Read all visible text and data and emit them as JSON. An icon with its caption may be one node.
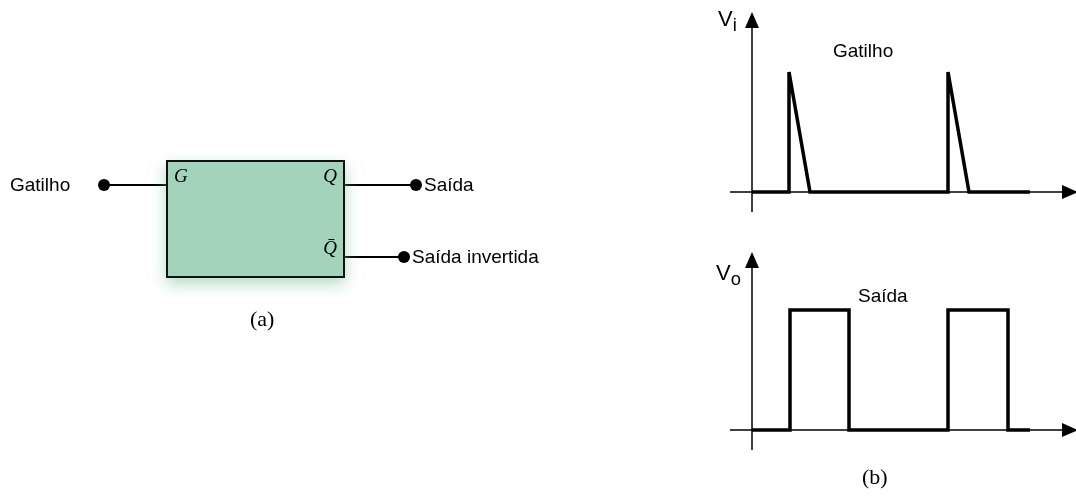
{
  "diagram": {
    "nodes": [
      {
        "text": [
          "Gatilho"
        ]
      },
      {
        "text": [
          "G",
          "Q",
          "Q̄"
        ]
      },
      {
        "text": [
          "Saída"
        ]
      },
      {
        "text": [
          "Saída invertida"
        ]
      }
    ],
    "edges": [
      {
        "from": 0,
        "to": 1,
        "arrow": "other"
      },
      {
        "from": 1,
        "to": 2,
        "arrow": "other"
      },
      {
        "from": 1,
        "to": 3,
        "arrow": "other"
      }
    ],
    "labels": [
      "(a)",
      "V$_{i}$",
      "Gatilho",
      "V$_{o}$",
      "Saída",
      "(b)"
    ]
  }
}
